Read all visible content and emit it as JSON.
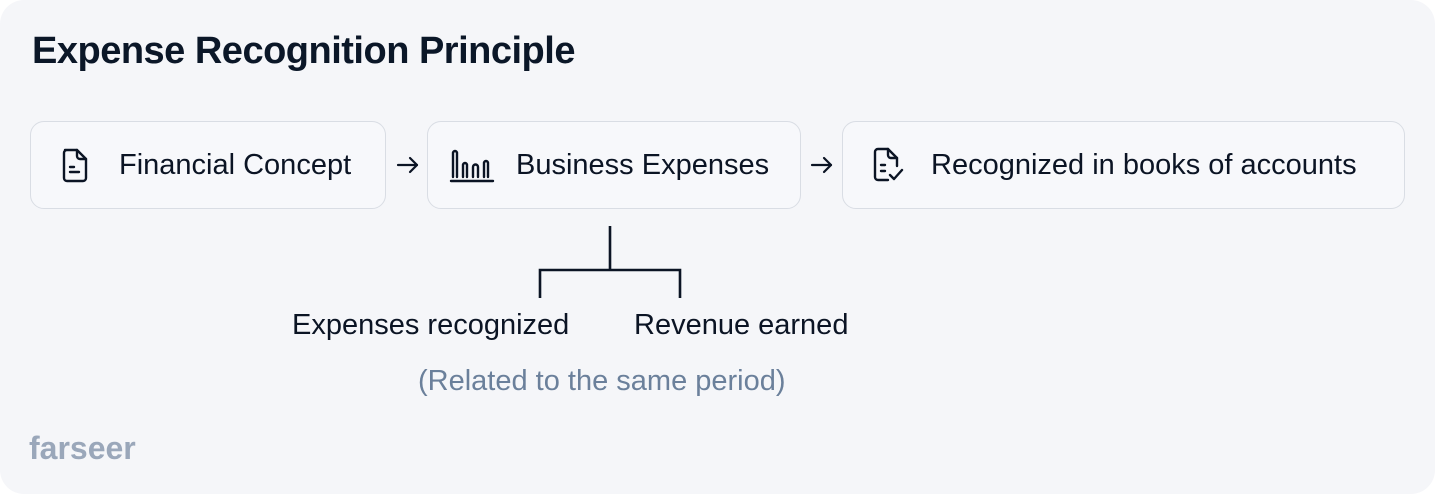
{
  "title": "Expense Recognition Principle",
  "flow": {
    "steps": [
      {
        "label": "Financial Concept",
        "icon": "document-icon"
      },
      {
        "label": "Business Expenses",
        "icon": "bar-chart-icon"
      },
      {
        "label": "Recognized in books of accounts",
        "icon": "document-check-icon"
      }
    ],
    "arrow_icon": "arrow-right-icon"
  },
  "branches": {
    "left": "Expenses recognized",
    "right": "Revenue earned",
    "note": "(Related to the same period)"
  },
  "brand": {
    "logo_text": "farseer"
  },
  "colors": {
    "background": "#f5f6f9",
    "text": "#0b1424",
    "muted_note": "#6b809b",
    "logo": "#9aa7ba",
    "border": "#d9dde4"
  }
}
